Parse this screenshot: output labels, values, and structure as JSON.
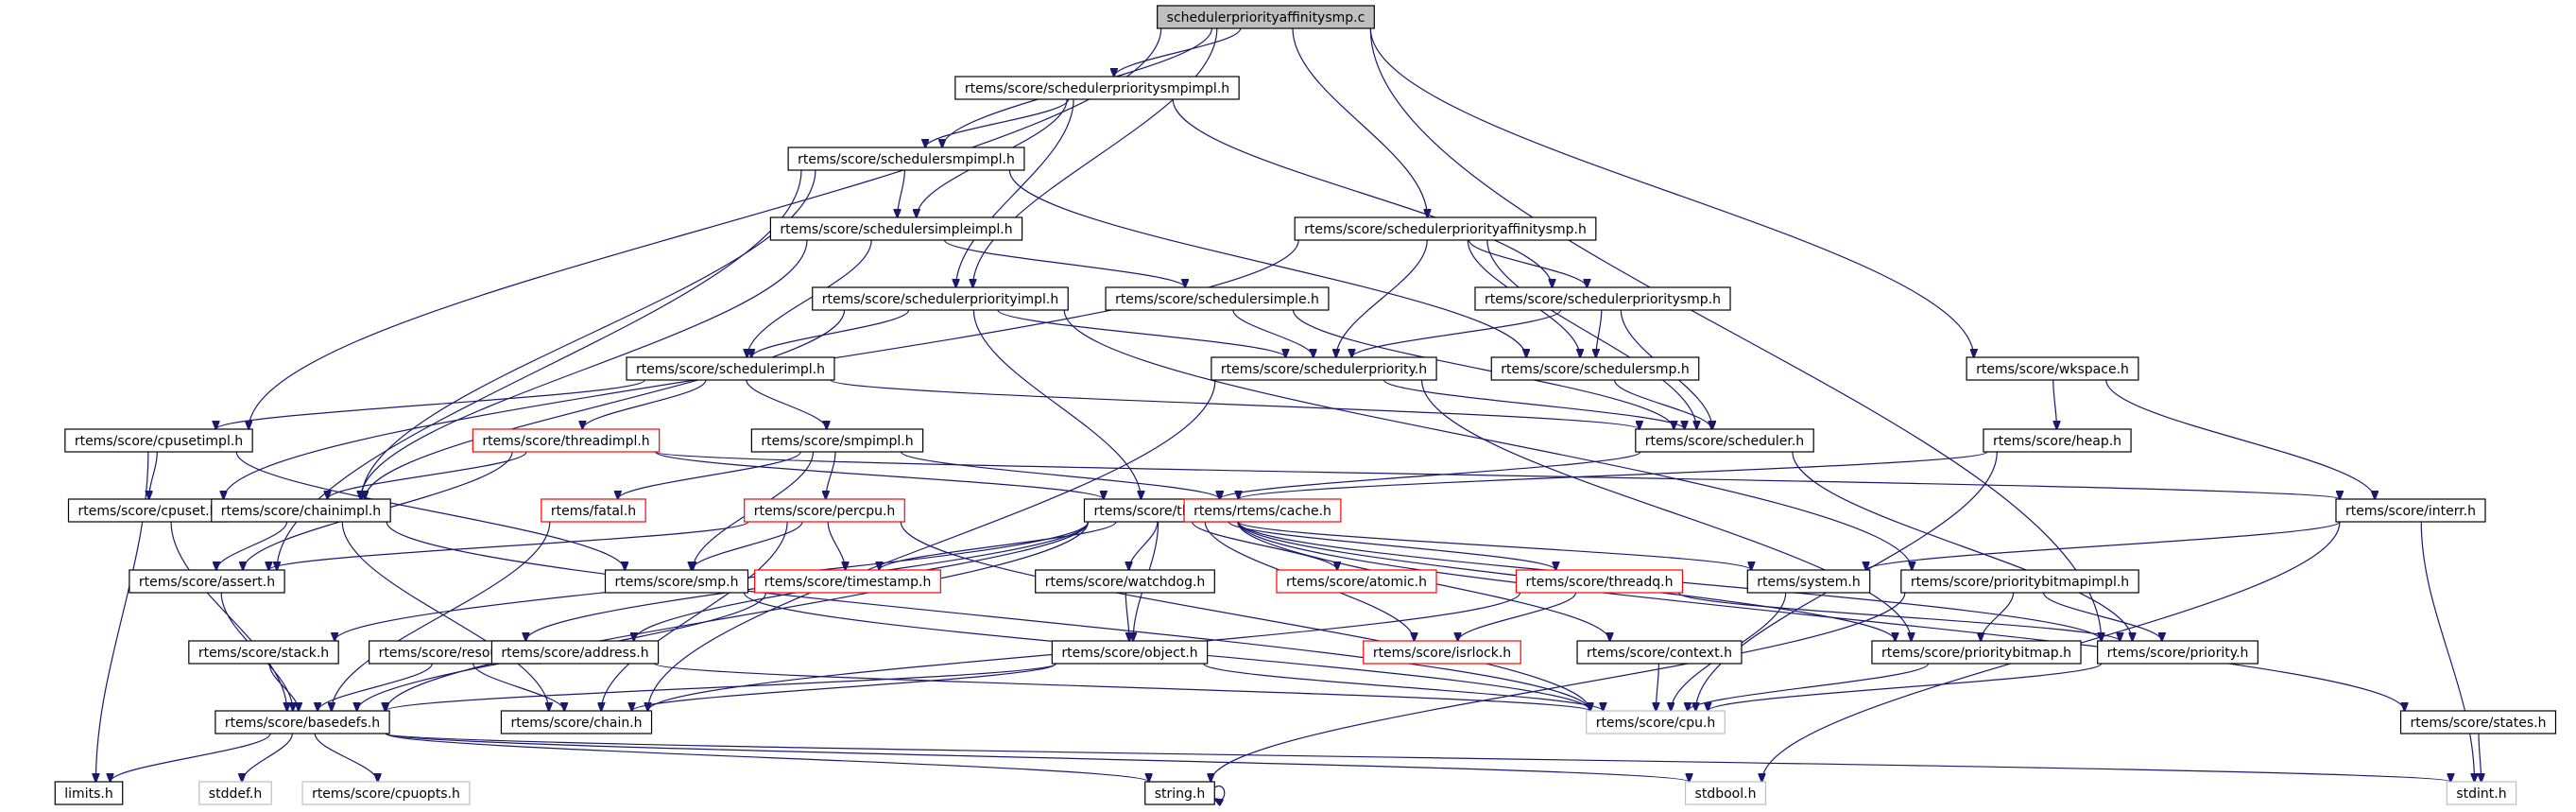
{
  "title": "schedulerpriorityaffinitysmp.c",
  "colors": {
    "edge": "#191970",
    "root_fill": "#bfbfbf",
    "normal_border": "#000000",
    "red_border": "#ff0000",
    "gray_border": "#bfbfbf"
  },
  "nodes": [
    {
      "id": "root",
      "label": "schedulerpriorityaffinitysmp.c",
      "kind": "root"
    },
    {
      "id": "sprsmpimpl",
      "label": "rtems/score/schedulerprioritysmpimpl.h",
      "kind": "normal"
    },
    {
      "id": "ssmpimpl",
      "label": "rtems/score/schedulersmpimpl.h",
      "kind": "normal"
    },
    {
      "id": "ssimpleimpl",
      "label": "rtems/score/schedulersimpleimpl.h",
      "kind": "normal"
    },
    {
      "id": "spaffsmp",
      "label": "rtems/score/schedulerpriorityaffinitysmp.h",
      "kind": "normal"
    },
    {
      "id": "sprimpl",
      "label": "rtems/score/schedulerpriorityimpl.h",
      "kind": "normal"
    },
    {
      "id": "ssimple",
      "label": "rtems/score/schedulersimple.h",
      "kind": "normal"
    },
    {
      "id": "sprsmp",
      "label": "rtems/score/schedulerprioritysmp.h",
      "kind": "normal"
    },
    {
      "id": "simpl",
      "label": "rtems/score/schedulerimpl.h",
      "kind": "normal"
    },
    {
      "id": "spr",
      "label": "rtems/score/schedulerpriority.h",
      "kind": "normal"
    },
    {
      "id": "ssmp",
      "label": "rtems/score/schedulersmp.h",
      "kind": "normal"
    },
    {
      "id": "wkspace",
      "label": "rtems/score/wkspace.h",
      "kind": "normal"
    },
    {
      "id": "cpusetimpl",
      "label": "rtems/score/cpusetimpl.h",
      "kind": "normal"
    },
    {
      "id": "threadimpl",
      "label": "rtems/score/threadimpl.h",
      "kind": "red"
    },
    {
      "id": "smpimpl",
      "label": "rtems/score/smpimpl.h",
      "kind": "normal"
    },
    {
      "id": "scheduler",
      "label": "rtems/score/scheduler.h",
      "kind": "normal"
    },
    {
      "id": "heap",
      "label": "rtems/score/heap.h",
      "kind": "normal"
    },
    {
      "id": "cpuset",
      "label": "rtems/score/cpuset.h",
      "kind": "normal"
    },
    {
      "id": "chainimpl",
      "label": "rtems/score/chainimpl.h",
      "kind": "normal"
    },
    {
      "id": "fatal",
      "label": "rtems/fatal.h",
      "kind": "red"
    },
    {
      "id": "percpu",
      "label": "rtems/score/percpu.h",
      "kind": "red"
    },
    {
      "id": "thread",
      "label": "rtems/score/thread.h",
      "kind": "normal"
    },
    {
      "id": "cache",
      "label": "rtems/rtems/cache.h",
      "kind": "red"
    },
    {
      "id": "interr",
      "label": "rtems/score/interr.h",
      "kind": "normal"
    },
    {
      "id": "assert",
      "label": "rtems/score/assert.h",
      "kind": "normal"
    },
    {
      "id": "smp",
      "label": "rtems/score/smp.h",
      "kind": "normal"
    },
    {
      "id": "timestamp",
      "label": "rtems/score/timestamp.h",
      "kind": "red"
    },
    {
      "id": "watchdog",
      "label": "rtems/score/watchdog.h",
      "kind": "normal"
    },
    {
      "id": "atomic",
      "label": "rtems/score/atomic.h",
      "kind": "red"
    },
    {
      "id": "threadq",
      "label": "rtems/score/threadq.h",
      "kind": "red"
    },
    {
      "id": "system",
      "label": "rtems/system.h",
      "kind": "normal"
    },
    {
      "id": "pbmimpl",
      "label": "rtems/score/prioritybitmapimpl.h",
      "kind": "normal"
    },
    {
      "id": "stack",
      "label": "rtems/score/stack.h",
      "kind": "normal"
    },
    {
      "id": "resource",
      "label": "rtems/score/resource.h",
      "kind": "normal"
    },
    {
      "id": "address",
      "label": "rtems/score/address.h",
      "kind": "normal"
    },
    {
      "id": "object",
      "label": "rtems/score/object.h",
      "kind": "normal"
    },
    {
      "id": "isrlock",
      "label": "rtems/score/isrlock.h",
      "kind": "red"
    },
    {
      "id": "context",
      "label": "rtems/score/context.h",
      "kind": "normal"
    },
    {
      "id": "pbm",
      "label": "rtems/score/prioritybitmap.h",
      "kind": "normal"
    },
    {
      "id": "priority",
      "label": "rtems/score/priority.h",
      "kind": "normal"
    },
    {
      "id": "basedefs",
      "label": "rtems/score/basedefs.h",
      "kind": "normal"
    },
    {
      "id": "chain",
      "label": "rtems/score/chain.h",
      "kind": "normal"
    },
    {
      "id": "cpu",
      "label": "rtems/score/cpu.h",
      "kind": "gray"
    },
    {
      "id": "states",
      "label": "rtems/score/states.h",
      "kind": "normal"
    },
    {
      "id": "limits",
      "label": "limits.h",
      "kind": "normal"
    },
    {
      "id": "stddef",
      "label": "stddef.h",
      "kind": "gray"
    },
    {
      "id": "cpuopts",
      "label": "rtems/score/cpuopts.h",
      "kind": "gray"
    },
    {
      "id": "string",
      "label": "string.h",
      "kind": "normal"
    },
    {
      "id": "stdbool",
      "label": "stdbool.h",
      "kind": "gray"
    },
    {
      "id": "stdint",
      "label": "stdint.h",
      "kind": "gray"
    }
  ],
  "edges": [
    [
      "root",
      "sprsmpimpl"
    ],
    [
      "root",
      "ssmpimpl"
    ],
    [
      "root",
      "cpusetimpl"
    ],
    [
      "root",
      "sprimpl"
    ],
    [
      "root",
      "spaffsmp"
    ],
    [
      "root",
      "wkspace"
    ],
    [
      "root",
      "priority"
    ],
    [
      "sprsmpimpl",
      "ssmpimpl"
    ],
    [
      "sprsmpimpl",
      "ssimpleimpl"
    ],
    [
      "sprsmpimpl",
      "sprimpl"
    ],
    [
      "sprsmpimpl",
      "sprsmp"
    ],
    [
      "ssmpimpl",
      "ssimpleimpl"
    ],
    [
      "ssmpimpl",
      "chainimpl"
    ],
    [
      "ssmpimpl",
      "assert"
    ],
    [
      "ssmpimpl",
      "ssmp"
    ],
    [
      "ssimpleimpl",
      "simpl"
    ],
    [
      "ssimpleimpl",
      "chainimpl"
    ],
    [
      "ssimpleimpl",
      "ssimple"
    ],
    [
      "spaffsmp",
      "cpuset"
    ],
    [
      "spaffsmp",
      "spr"
    ],
    [
      "spaffsmp",
      "sprsmp"
    ],
    [
      "spaffsmp",
      "ssmp"
    ],
    [
      "spaffsmp",
      "scheduler"
    ],
    [
      "sprimpl",
      "simpl"
    ],
    [
      "sprimpl",
      "chainimpl"
    ],
    [
      "sprimpl",
      "spr"
    ],
    [
      "sprimpl",
      "thread"
    ],
    [
      "sprimpl",
      "pbmimpl"
    ],
    [
      "ssimple",
      "spr"
    ],
    [
      "ssimple",
      "scheduler"
    ],
    [
      "sprsmp",
      "spr"
    ],
    [
      "sprsmp",
      "ssmp"
    ],
    [
      "sprsmp",
      "scheduler"
    ],
    [
      "simpl",
      "cpusetimpl"
    ],
    [
      "simpl",
      "threadimpl"
    ],
    [
      "simpl",
      "smpimpl"
    ],
    [
      "simpl",
      "scheduler"
    ],
    [
      "spr",
      "scheduler"
    ],
    [
      "spr",
      "pbm"
    ],
    [
      "spr",
      "chain"
    ],
    [
      "ssmp",
      "scheduler"
    ],
    [
      "wkspace",
      "heap"
    ],
    [
      "wkspace",
      "interr"
    ],
    [
      "cpusetimpl",
      "cpuset"
    ],
    [
      "cpusetimpl",
      "limits"
    ],
    [
      "cpusetimpl",
      "smp"
    ],
    [
      "threadimpl",
      "chainimpl"
    ],
    [
      "threadimpl",
      "assert"
    ],
    [
      "threadimpl",
      "thread"
    ],
    [
      "threadimpl",
      "interr"
    ],
    [
      "smpimpl",
      "percpu"
    ],
    [
      "smpimpl",
      "fatal"
    ],
    [
      "smpimpl",
      "smp"
    ],
    [
      "smpimpl",
      "cache"
    ],
    [
      "scheduler",
      "thread"
    ],
    [
      "scheduler",
      "priority"
    ],
    [
      "heap",
      "thread"
    ],
    [
      "heap",
      "cpu"
    ],
    [
      "cpuset",
      "basedefs"
    ],
    [
      "chainimpl",
      "assert"
    ],
    [
      "chainimpl",
      "chain"
    ],
    [
      "chainimpl",
      "cpu"
    ],
    [
      "fatal",
      "basedefs"
    ],
    [
      "percpu",
      "smp"
    ],
    [
      "percpu",
      "timestamp"
    ],
    [
      "percpu",
      "assert"
    ],
    [
      "percpu",
      "chain"
    ],
    [
      "percpu",
      "cpu"
    ],
    [
      "thread",
      "watchdog"
    ],
    [
      "thread",
      "object"
    ],
    [
      "thread",
      "atomic"
    ],
    [
      "thread",
      "threadq"
    ],
    [
      "thread",
      "isrlock"
    ],
    [
      "thread",
      "context"
    ],
    [
      "thread",
      "system"
    ],
    [
      "thread",
      "priority"
    ],
    [
      "thread",
      "states"
    ],
    [
      "thread",
      "timestamp"
    ],
    [
      "thread",
      "stack"
    ],
    [
      "thread",
      "resource"
    ],
    [
      "thread",
      "address"
    ],
    [
      "thread",
      "basedefs"
    ],
    [
      "thread",
      "pbm"
    ],
    [
      "interr",
      "system"
    ],
    [
      "interr",
      "stdbool"
    ],
    [
      "interr",
      "stdint"
    ],
    [
      "assert",
      "basedefs"
    ],
    [
      "smp",
      "cpu"
    ],
    [
      "timestamp",
      "basedefs"
    ],
    [
      "watchdog",
      "object"
    ],
    [
      "threadq",
      "isrlock"
    ],
    [
      "threadq",
      "chain"
    ],
    [
      "threadq",
      "priority"
    ],
    [
      "system",
      "cpu"
    ],
    [
      "pbmimpl",
      "pbm"
    ],
    [
      "pbmimpl",
      "priority"
    ],
    [
      "pbmimpl",
      "string"
    ],
    [
      "stack",
      "basedefs"
    ],
    [
      "resource",
      "basedefs"
    ],
    [
      "resource",
      "chain"
    ],
    [
      "address",
      "cpu"
    ],
    [
      "object",
      "basedefs"
    ],
    [
      "object",
      "chain"
    ],
    [
      "object",
      "cpu"
    ],
    [
      "context",
      "cpu"
    ],
    [
      "pbm",
      "cpu"
    ],
    [
      "priority",
      "cpu"
    ],
    [
      "basedefs",
      "limits"
    ],
    [
      "basedefs",
      "stddef"
    ],
    [
      "basedefs",
      "cpuopts"
    ],
    [
      "basedefs",
      "string"
    ],
    [
      "basedefs",
      "stdbool"
    ],
    [
      "basedefs",
      "stdint"
    ],
    [
      "states",
      "stdint"
    ],
    [
      "string",
      "string"
    ]
  ]
}
